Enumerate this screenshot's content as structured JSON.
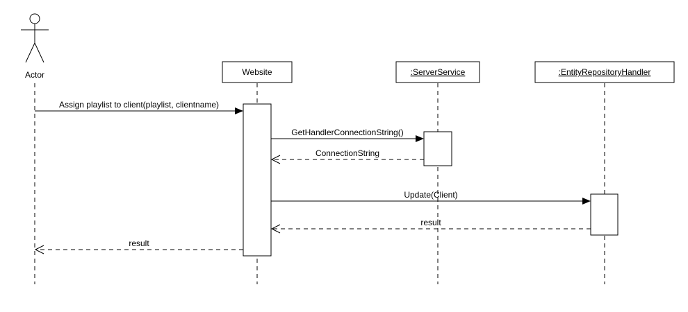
{
  "diagram": {
    "actor": {
      "label": "Actor"
    },
    "lifelines": [
      {
        "id": "website",
        "label": "Website",
        "underline": false
      },
      {
        "id": "server",
        "label": ":ServerService",
        "underline": true
      },
      {
        "id": "entity",
        "label": ":EntityRepositoryHandler",
        "underline": true
      }
    ],
    "messages": [
      {
        "from": "actor",
        "to": "website",
        "label": "Assign playlist to client(playlist, clientname)",
        "kind": "sync"
      },
      {
        "from": "website",
        "to": "server",
        "label": "GetHandlerConnectionString()",
        "kind": "sync"
      },
      {
        "from": "server",
        "to": "website",
        "label": "ConnectionString",
        "kind": "return"
      },
      {
        "from": "website",
        "to": "entity",
        "label": "Update(Client)",
        "kind": "sync"
      },
      {
        "from": "entity",
        "to": "website",
        "label": "result",
        "kind": "return"
      },
      {
        "from": "website",
        "to": "actor",
        "label": "result",
        "kind": "return"
      }
    ]
  }
}
